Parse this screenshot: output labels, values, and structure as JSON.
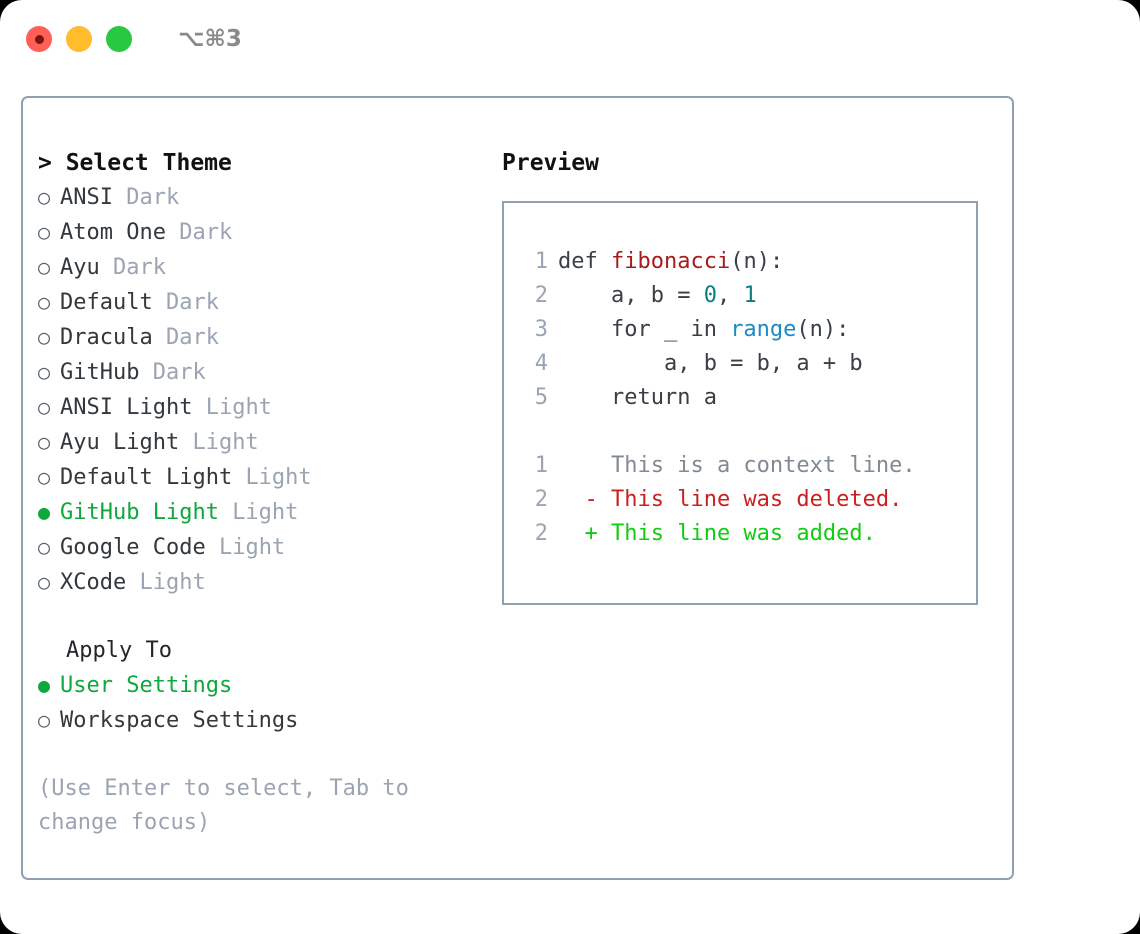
{
  "titlebar": {
    "shortcut": "⌥⌘3",
    "lights": [
      {
        "name": "close",
        "color": "#ff5f57"
      },
      {
        "name": "minimize",
        "color": "#ffbd2e"
      },
      {
        "name": "zoom",
        "color": "#28c840"
      }
    ]
  },
  "theme_panel": {
    "heading": "> Select Theme",
    "marker_selected": "●",
    "marker_unselected": "○",
    "items": [
      {
        "name": "ANSI",
        "kind": "Dark",
        "selected": false
      },
      {
        "name": "Atom One",
        "kind": "Dark",
        "selected": false
      },
      {
        "name": "Ayu",
        "kind": "Dark",
        "selected": false
      },
      {
        "name": "Default",
        "kind": "Dark",
        "selected": false
      },
      {
        "name": "Dracula",
        "kind": "Dark",
        "selected": false
      },
      {
        "name": "GitHub",
        "kind": "Dark",
        "selected": false
      },
      {
        "name": "ANSI Light",
        "kind": "Light",
        "selected": false
      },
      {
        "name": "Ayu Light",
        "kind": "Light",
        "selected": false
      },
      {
        "name": "Default Light",
        "kind": "Light",
        "selected": false
      },
      {
        "name": "GitHub Light",
        "kind": "Light",
        "selected": true
      },
      {
        "name": "Google Code",
        "kind": "Light",
        "selected": false
      },
      {
        "name": "XCode",
        "kind": "Light",
        "selected": false
      }
    ]
  },
  "apply_to": {
    "heading": "Apply To",
    "options": [
      {
        "label": "User Settings",
        "selected": true
      },
      {
        "label": "Workspace Settings",
        "selected": false
      }
    ]
  },
  "hint": "(Use Enter to select, Tab to change focus)",
  "preview": {
    "heading": "Preview",
    "code_lines": [
      {
        "no": "1",
        "parts": [
          {
            "t": "def ",
            "c": "plain"
          },
          {
            "t": "fibonacci",
            "c": "fn"
          },
          {
            "t": "(n):",
            "c": "plain"
          }
        ]
      },
      {
        "no": "2",
        "parts": [
          {
            "t": "    a, b = ",
            "c": "plain"
          },
          {
            "t": "0",
            "c": "num"
          },
          {
            "t": ", ",
            "c": "plain"
          },
          {
            "t": "1",
            "c": "num"
          }
        ]
      },
      {
        "no": "3",
        "parts": [
          {
            "t": "    for _ in ",
            "c": "plain"
          },
          {
            "t": "range",
            "c": "call"
          },
          {
            "t": "(n):",
            "c": "plain"
          }
        ]
      },
      {
        "no": "4",
        "parts": [
          {
            "t": "        a, b = b, a + b",
            "c": "plain"
          }
        ]
      },
      {
        "no": "5",
        "parts": [
          {
            "t": "    return a",
            "c": "plain"
          }
        ]
      }
    ],
    "diff_lines": [
      {
        "no": "1",
        "marker": " ",
        "text": " This is a context line.",
        "kind": "ctx"
      },
      {
        "no": "2",
        "marker": "-",
        "text": " This line was deleted.",
        "kind": "del"
      },
      {
        "no": "2",
        "marker": "+",
        "text": " This line was added.",
        "kind": "add"
      }
    ]
  },
  "colors": {
    "accent_green": "#0fa83c",
    "diff_add": "#11cc11",
    "diff_del": "#cc2020",
    "border": "#93a0b4",
    "muted": "#9aa4b2",
    "token_function": "#a61b1b",
    "token_number": "#0a7f7f",
    "token_call": "#1a8bc4"
  }
}
